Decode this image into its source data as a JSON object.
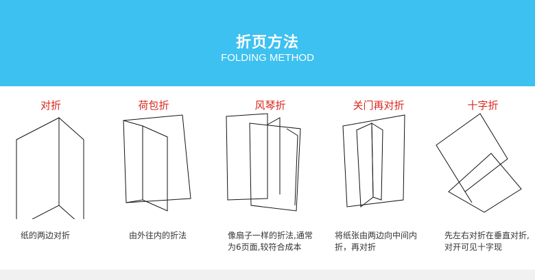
{
  "banner": {
    "title": "折页方法",
    "subtitle": "FOLDING METHOD",
    "background_color": "#3cc1f0"
  },
  "accent_color": "#d8261c",
  "methods": [
    {
      "title": "对折",
      "description": "纸的两边对折"
    },
    {
      "title": "荷包折",
      "description": "由外往内的折法"
    },
    {
      "title": "风琴折",
      "description": "像扇子一样的折法,通常为6页面,较符合成本"
    },
    {
      "title": "关门再对折",
      "description": "将纸张由两边向中间内折，再对折"
    },
    {
      "title": "十字折",
      "description": "先左右对折在垂直对折,对开可见十字现"
    }
  ]
}
